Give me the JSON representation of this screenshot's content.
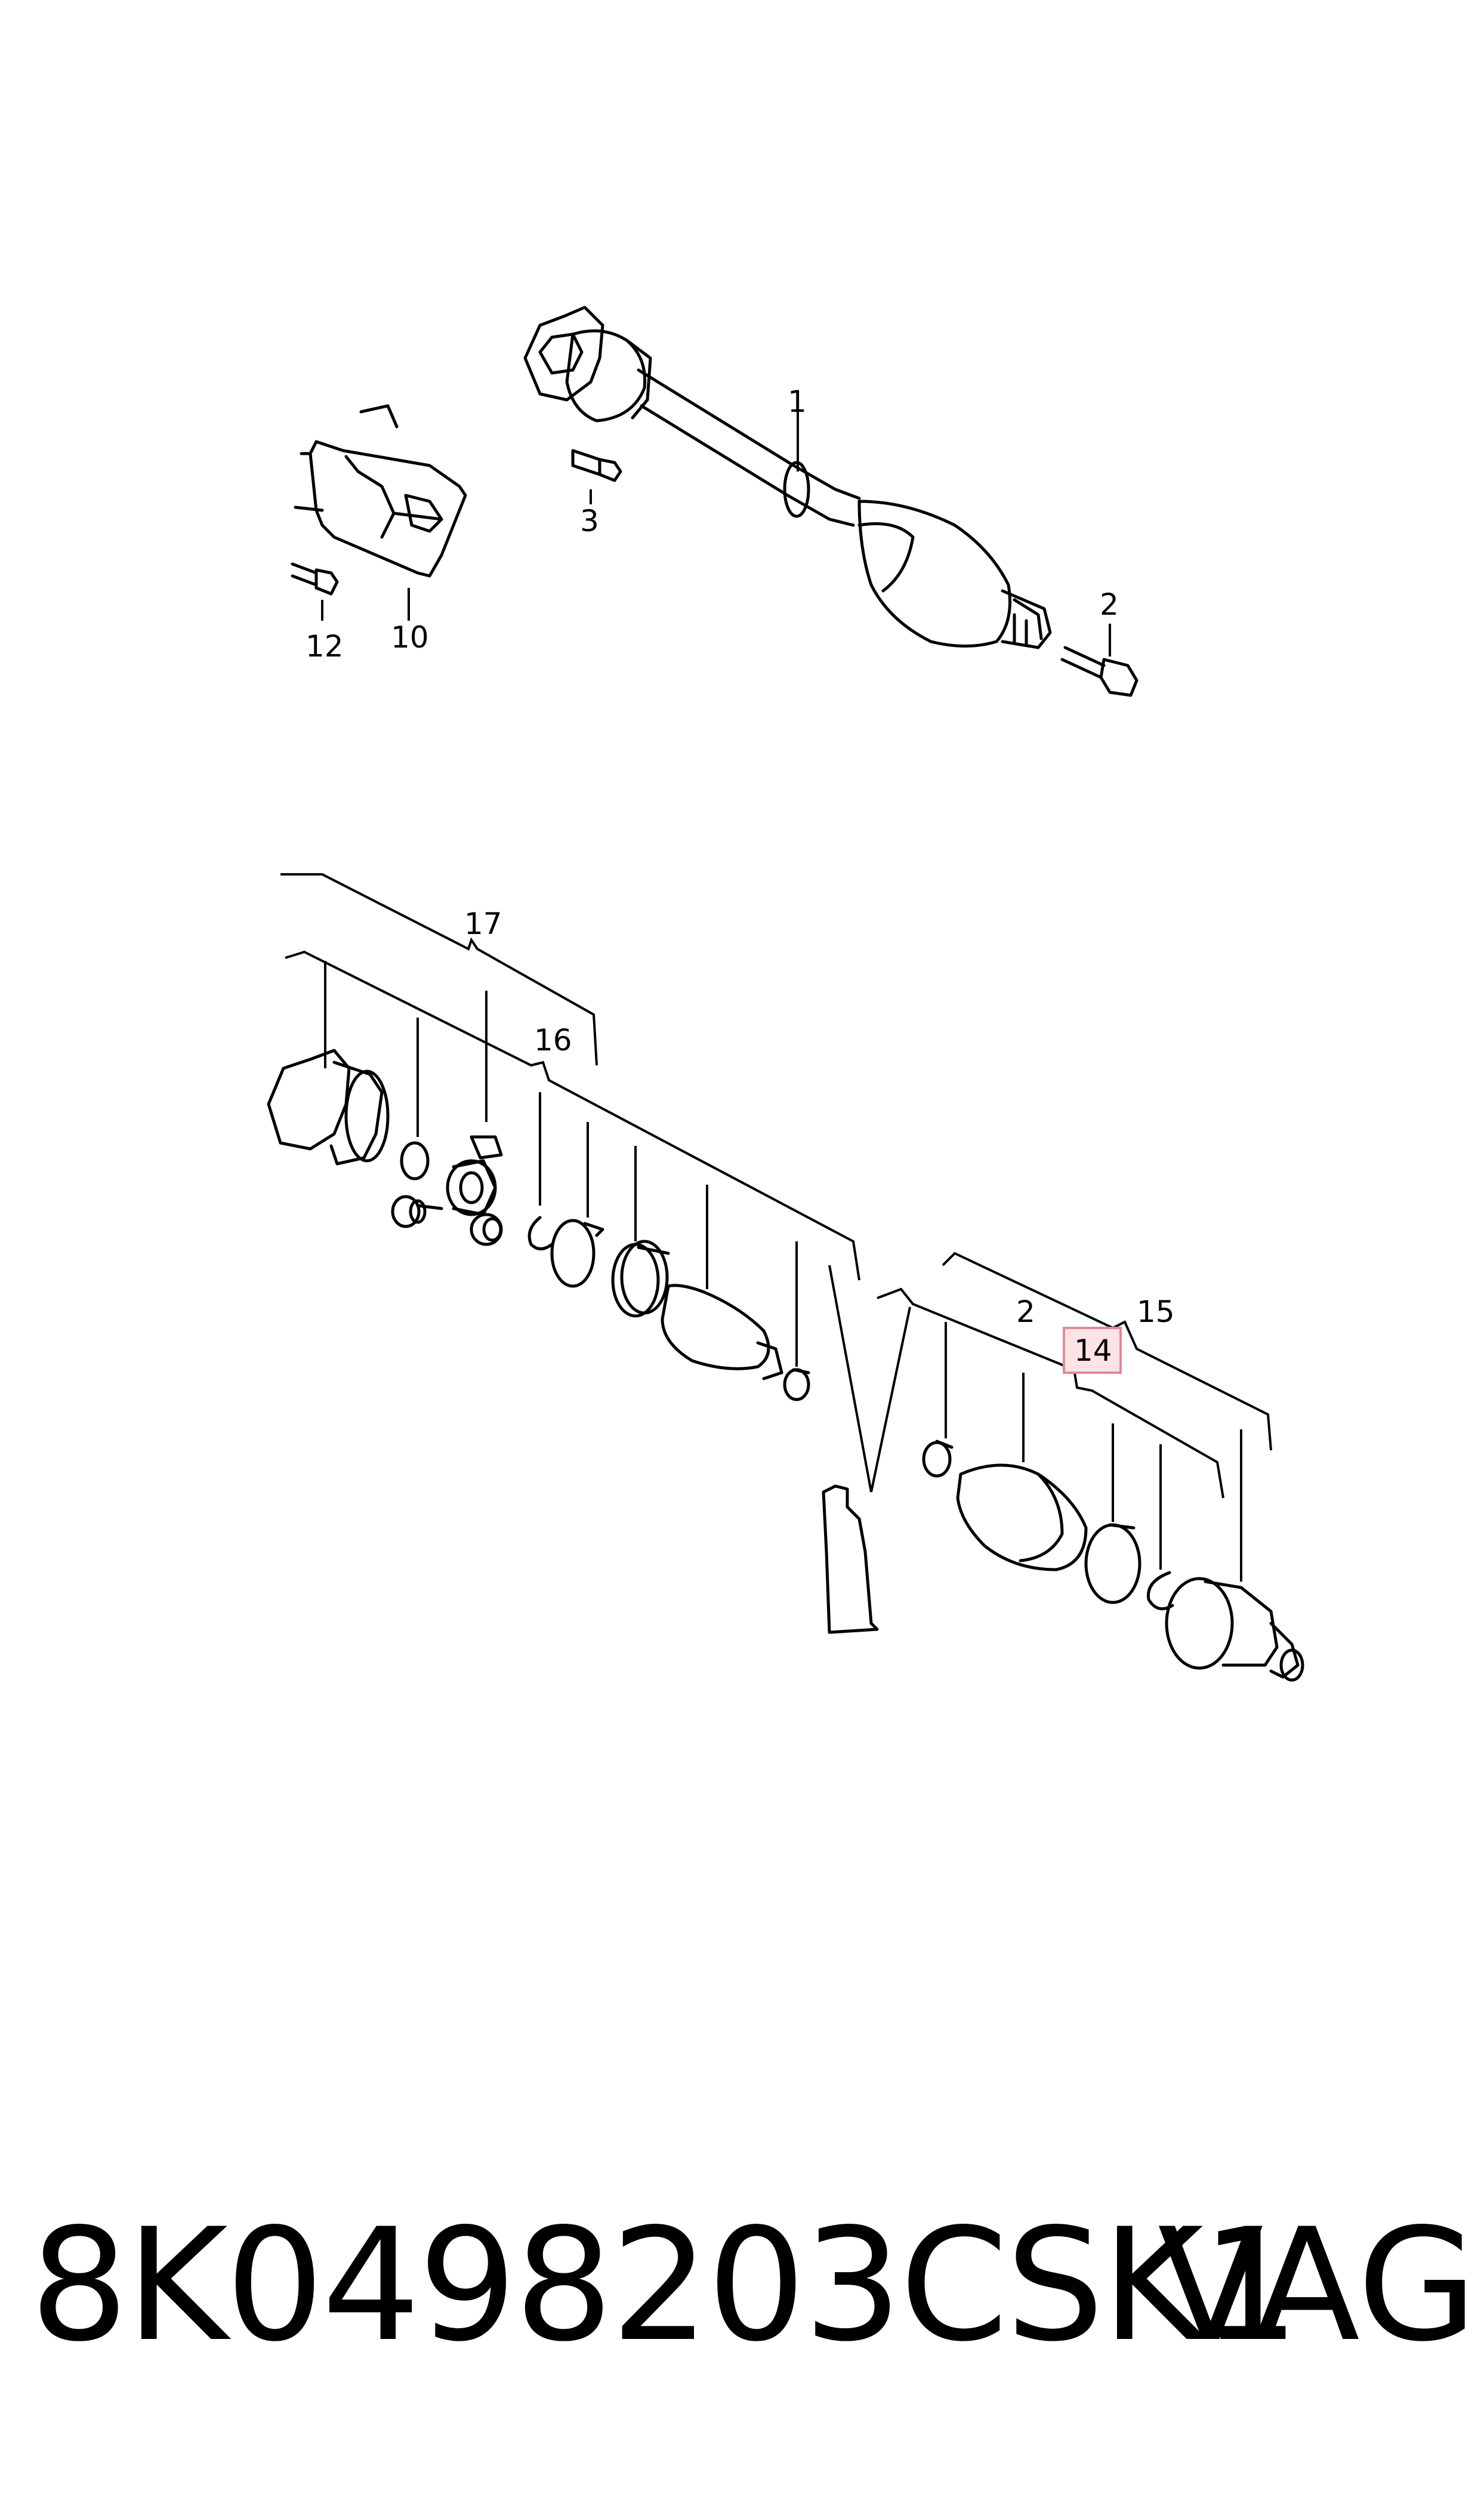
{
  "callouts": {
    "c1": "1",
    "c2": "2",
    "c3": "3",
    "c10": "10",
    "c12": "12",
    "c17": "17",
    "c16": "16",
    "c2b": "2",
    "c14": "14",
    "c15": "15"
  },
  "highlight": {
    "callout": "14",
    "fill": "#fde3e6",
    "stroke": "#e08a96"
  },
  "footer": {
    "part_number": "8K0498203CSK1",
    "brand": "VAG"
  }
}
